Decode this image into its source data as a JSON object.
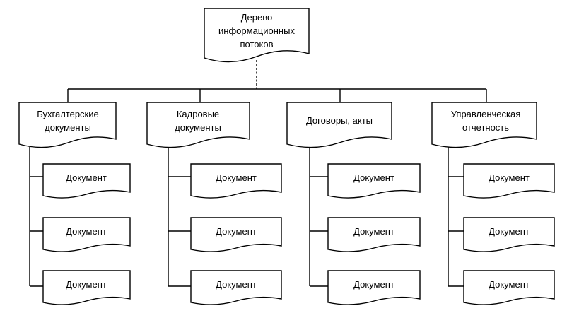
{
  "root": {
    "lines": [
      "Дерево",
      "информационных",
      "потоков"
    ]
  },
  "categories": [
    {
      "lines": [
        "Бухгалтерские",
        "документы"
      ],
      "documents": [
        "Документ",
        "Документ",
        "Документ"
      ]
    },
    {
      "lines": [
        "Кадровые",
        "документы"
      ],
      "documents": [
        "Документ",
        "Документ",
        "Документ"
      ]
    },
    {
      "lines": [
        "Договоры, акты"
      ],
      "documents": [
        "Документ",
        "Документ",
        "Документ"
      ]
    },
    {
      "lines": [
        "Управленческая",
        "отчетность"
      ],
      "documents": [
        "Документ",
        "Документ",
        "Документ"
      ]
    }
  ]
}
